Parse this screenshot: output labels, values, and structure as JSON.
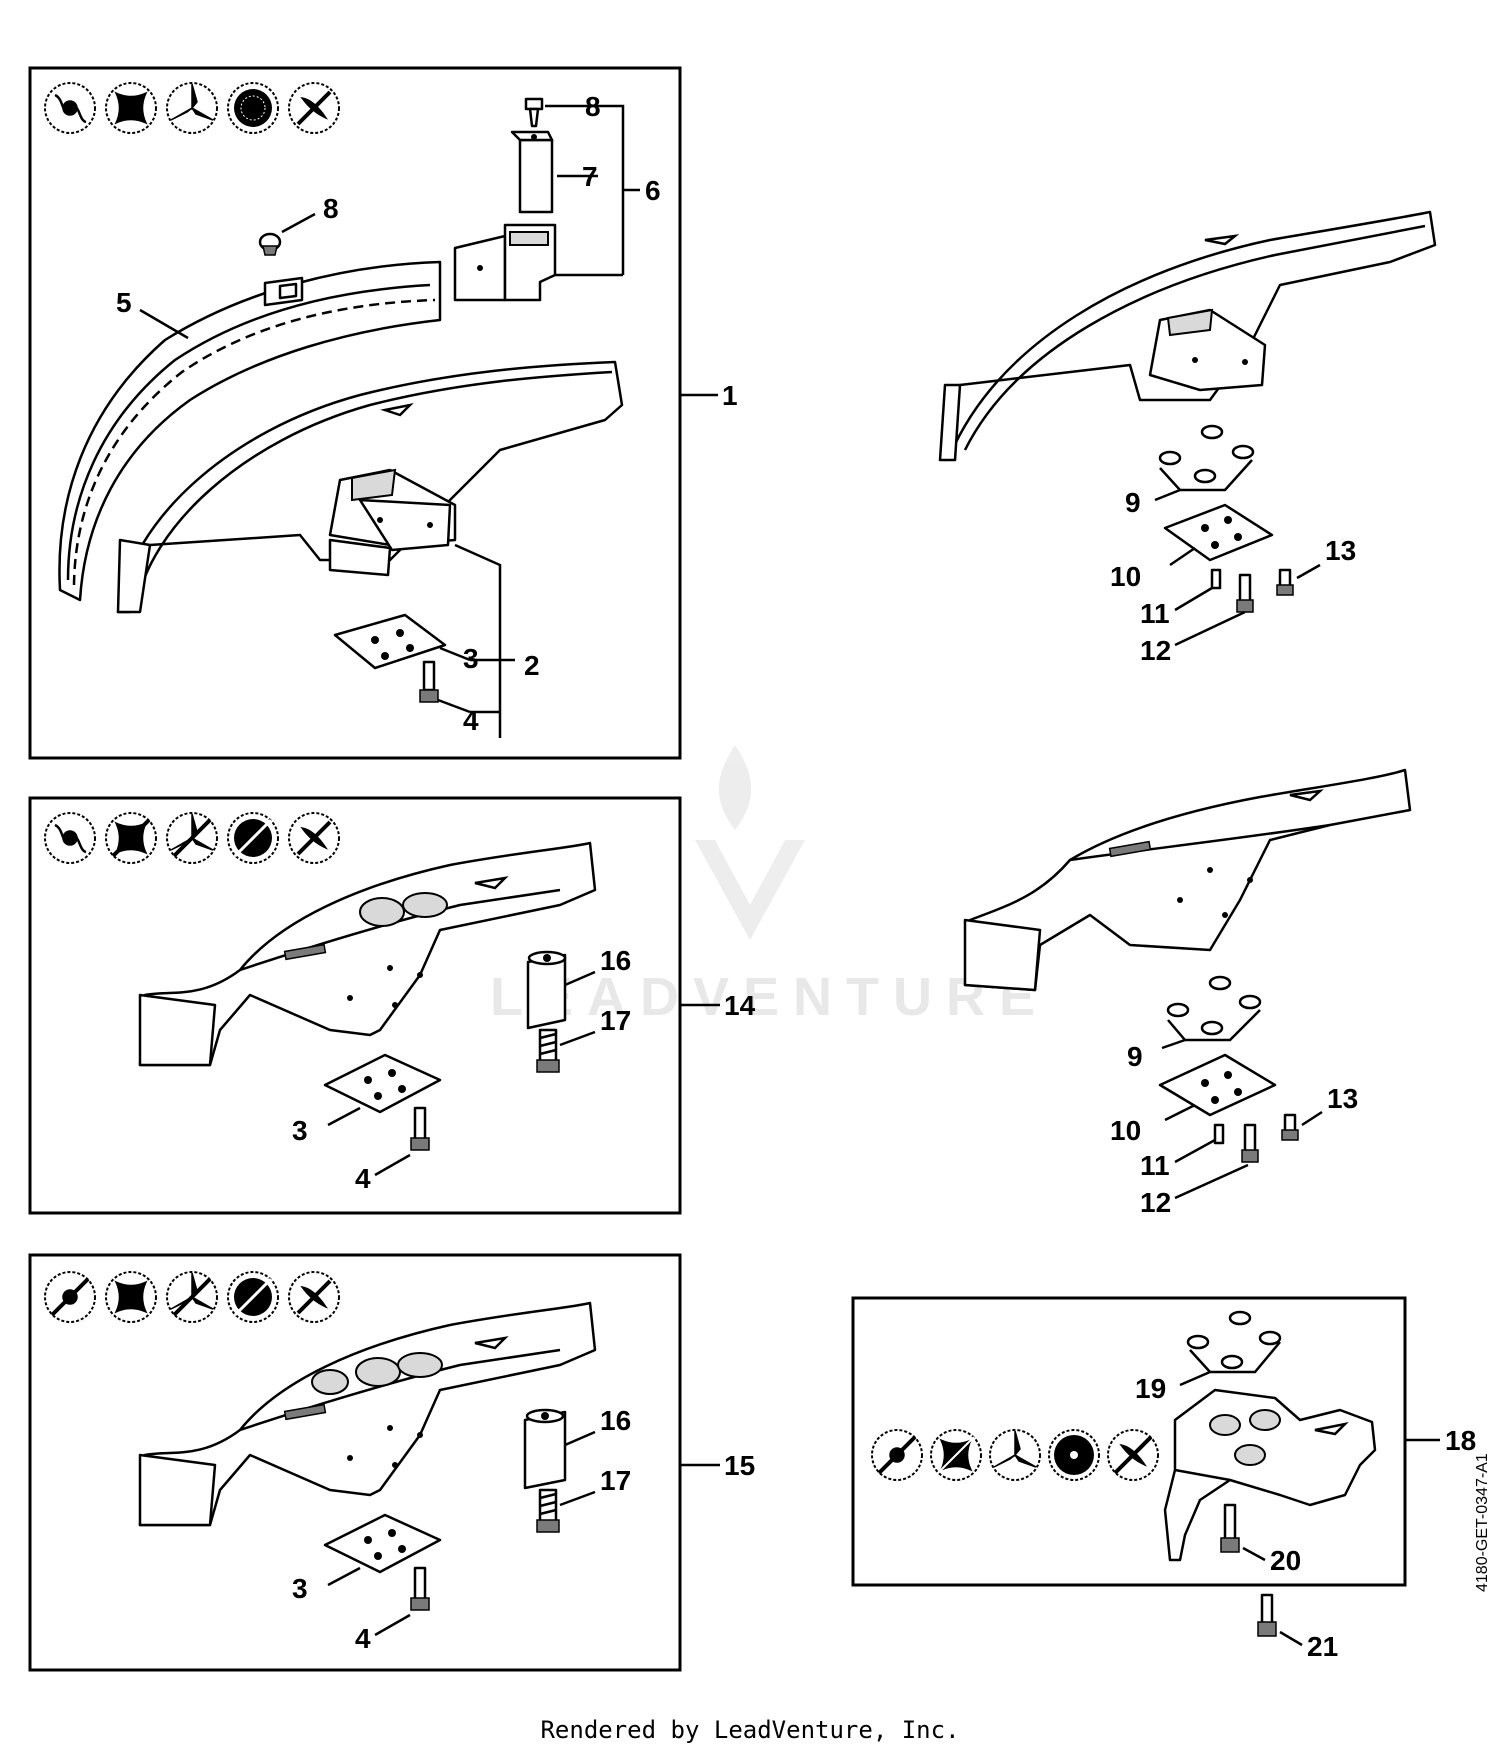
{
  "watermark": {
    "brand": "LEADVENTURE"
  },
  "footer": {
    "rendered_by": "Rendered by LeadVenture, Inc."
  },
  "document_id": "4180-GET-0347-A1",
  "callouts": {
    "c1": "1",
    "c2": "2",
    "c3": "3",
    "c4": "4",
    "c5": "5",
    "c6": "6",
    "c7": "7",
    "c8a": "8",
    "c8b": "8",
    "c9a": "9",
    "c10a": "10",
    "c11a": "11",
    "c12a": "12",
    "c13a": "13",
    "c3b": "3",
    "c4b": "4",
    "c14": "14",
    "c16a": "16",
    "c17a": "17",
    "c9b": "9",
    "c10b": "10",
    "c11b": "11",
    "c12b": "12",
    "c13b": "13",
    "c3c": "3",
    "c4c": "4",
    "c15": "15",
    "c16b": "16",
    "c17b": "17",
    "c18": "18",
    "c19": "19",
    "c20": "20",
    "c21": "21"
  },
  "icons": {
    "row_types": [
      "trimmer-head-icon",
      "polycut-head-icon",
      "grass-cutting-blade-icon",
      "circular-saw-blade-icon",
      "brush-knife-icon"
    ]
  }
}
